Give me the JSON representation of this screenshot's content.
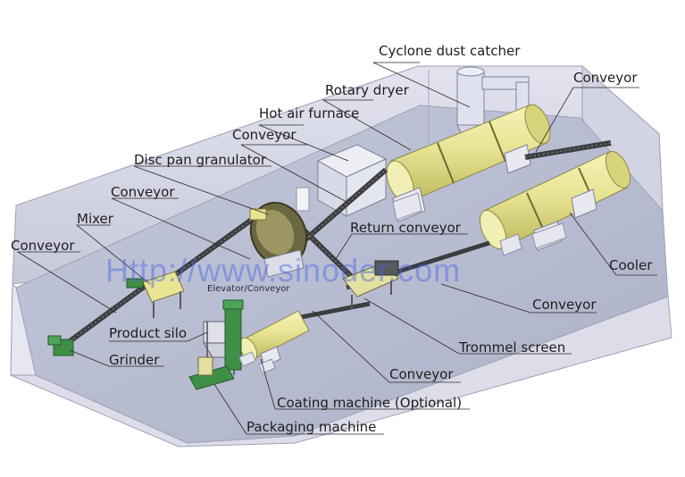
{
  "labels": {
    "cyclone_dust_catcher": "Cyclone dust catcher",
    "rotary_dryer": "Rotary dryer",
    "hot_air_furnace": "Hot air furnace",
    "conveyor_top": "Conveyor",
    "disc_pan_granulator": "Disc pan granulator",
    "conveyor_left_upper": "Conveyor",
    "mixer": "Mixer",
    "conveyor_left": "Conveyor",
    "conveyor_right_top": "Conveyor",
    "return_conveyor": "Return conveyor",
    "cooler": "Cooler",
    "conveyor_right": "Conveyor",
    "trommel_screen": "Trommel screen",
    "conveyor_bottom": "Conveyor",
    "product_silo": "Product silo",
    "grinder": "Grinder",
    "coating_machine": "Coating machine (Optional)",
    "packaging_machine": "Packaging machine",
    "elevator_conveyor": "Elevator/Conveyor"
  },
  "watermark": "Http://www.sinoder.com",
  "colors": {
    "floor": "#b9bdd2",
    "wall": "#d9dbe8",
    "wall_edge": "#e9eaf2",
    "cylinder": "#e9e59a",
    "cylinder_dark": "#c8c46a",
    "machine_green": "#3f8f47",
    "belt": "#3b3d3f",
    "block": "#e6e7ee",
    "watermark": "#4664e6"
  }
}
